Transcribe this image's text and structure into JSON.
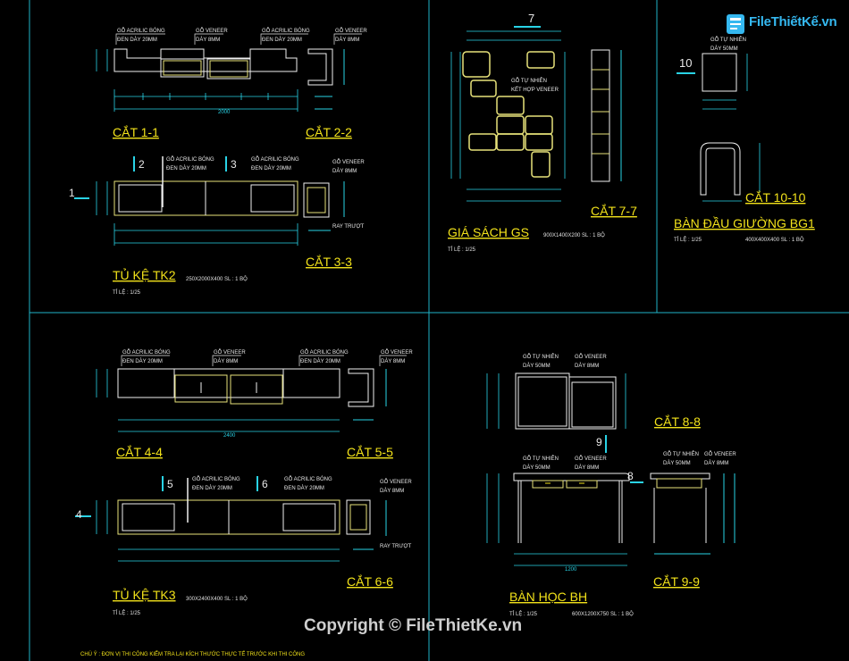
{
  "panels": {
    "tk2": {
      "cut_a": "CẮT 1-1",
      "cut_b": "CẮT 2-2",
      "cut_c": "CẮT 3-3",
      "title": "TỦ KỆ TK2",
      "spec": "250X2000X400  SL : 1 BỘ",
      "scale": "TỈ LỆ : 1/25",
      "marker_1": "1",
      "marker_2": "2",
      "marker_3": "3",
      "note_acrylic": "GỖ ACRILIC BÓNG",
      "note_acrylic_2": "ĐEN DÀY 20MM",
      "note_veneer": "GỖ VENEER",
      "note_veneer_2": "DÀY 8MM",
      "note_ray": "RAY TRƯỢT",
      "dim_total": "2000"
    },
    "gs": {
      "marker": "7",
      "cut": "CẮT 7-7",
      "title": "GIÁ SÁCH GS",
      "spec": "900X1400X200  SL : 1 BỘ",
      "scale": "TỈ LỆ : 1/25",
      "note_1": "GỖ TỰ NHIÊN",
      "note_2": "KẾT HỢP VENEER"
    },
    "bg1": {
      "marker": "10",
      "cut": "CẮT 10-10",
      "title": "BÀN ĐẦU GIƯỜNG  BG1",
      "spec": "400X400X400  SL : 1 BỘ",
      "scale": "TỈ LỆ : 1/25",
      "note_1": "GỖ TỰ NHIÊN",
      "note_2": "DÀY 50MM"
    },
    "tk3": {
      "cut_a": "CẮT 4-4",
      "cut_b": "CẮT 5-5",
      "cut_c": "CẮT 6-6",
      "title": "TỦ KỆ TK3",
      "spec": "300X2400X400  SL : 1 BỘ",
      "scale": "TỈ LỆ : 1/25",
      "marker_4": "4",
      "marker_5": "5",
      "marker_6": "6",
      "dim_total": "2400"
    },
    "bh": {
      "cut_a": "CẮT 8-8",
      "cut_b": "CẮT 9-9",
      "marker_8": "8",
      "marker_9": "9",
      "title": "BÀN HỌC  BH",
      "spec": "600X1200X750  SL : 1 BỘ",
      "scale": "TỈ LỆ : 1/25",
      "dim_total": "1200"
    }
  },
  "footer": {
    "note": "CHÚ Ý : ĐƠN VỊ THI CÔNG KIỂM TRA LẠI KÍCH THƯỚC THỰC TẾ TRƯỚC KHI THI CÔNG",
    "copyright": "Copyright © FileThietKe.vn"
  },
  "logo": {
    "text": "FileThiếtKế.vn",
    "icon": "file-folder-icon"
  },
  "colors": {
    "background": "#000000",
    "frame": "#1fb3c7",
    "furniture_main": "#f2f2f2",
    "furniture_alt": "#e7e27a",
    "dimension": "#29d3e6",
    "label": "#f2e21a",
    "callout": "#e8e8e8"
  }
}
